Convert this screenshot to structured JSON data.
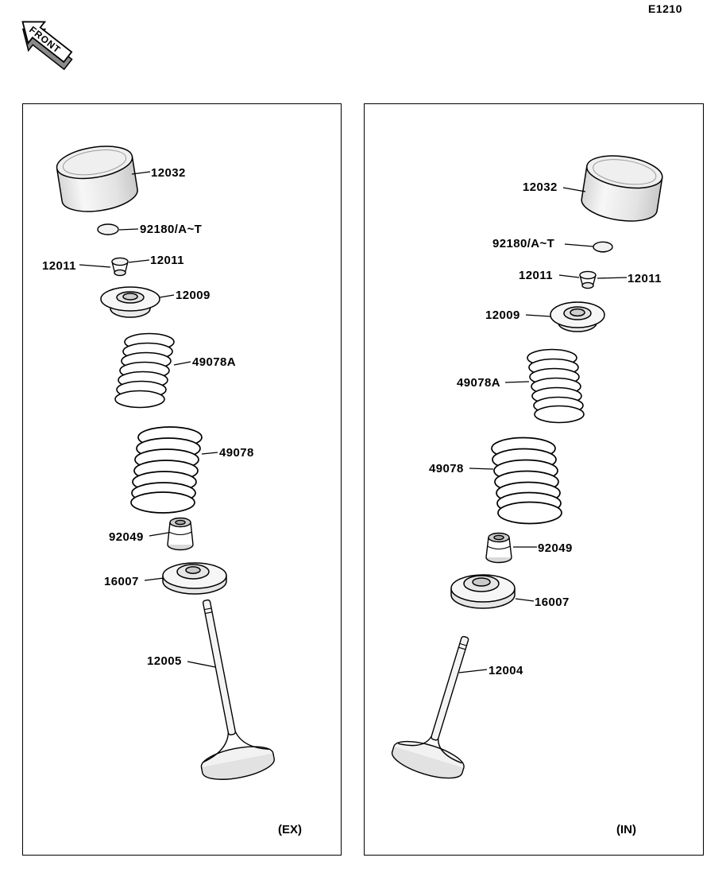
{
  "page": {
    "code": "E1210",
    "front_label": "FRONT"
  },
  "panels": {
    "ex": {
      "caption": "(EX)",
      "labels": {
        "tappet": "12032",
        "shim": "92180/A~T",
        "keeper_left": "12011",
        "keeper_right": "12011",
        "retainer": "12009",
        "inner_spring": "49078A",
        "outer_spring": "49078",
        "seal": "92049",
        "spring_seat": "16007",
        "valve": "12005"
      }
    },
    "in": {
      "caption": "(IN)",
      "labels": {
        "tappet": "12032",
        "shim": "92180/A~T",
        "keeper_left": "12011",
        "keeper_right": "12011",
        "retainer": "12009",
        "inner_spring": "49078A",
        "outer_spring": "49078",
        "seal": "92049",
        "spring_seat": "16007",
        "valve": "12004"
      }
    }
  }
}
